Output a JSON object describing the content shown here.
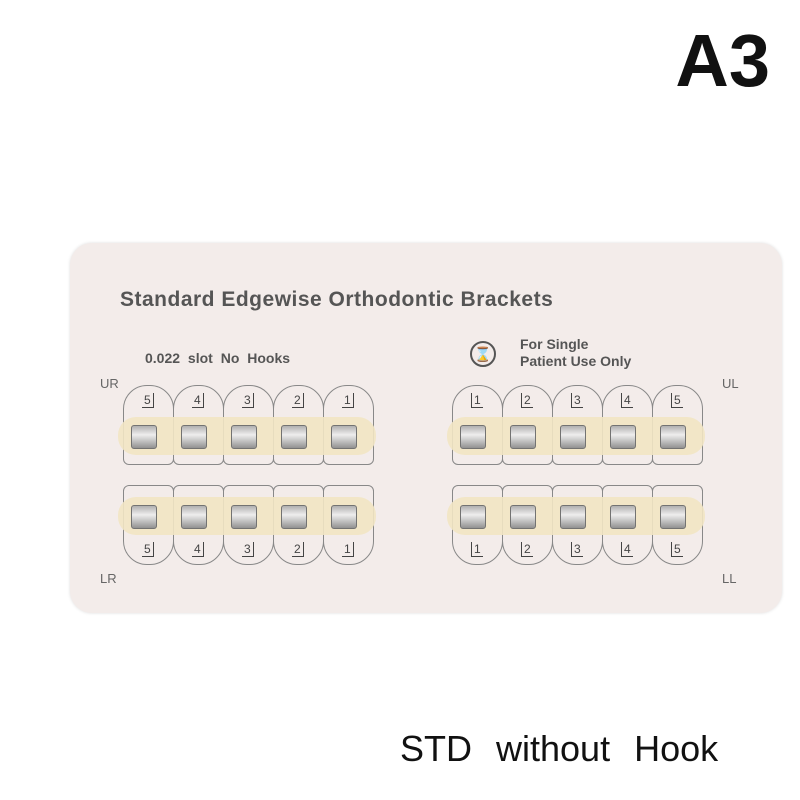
{
  "variant_label": "A3",
  "caption": "STD without Hook",
  "card": {
    "title": "Standard Edgewise Orthodontic Brackets",
    "slot_info": "0.022 slot No Hooks",
    "single_use": [
      "For Single",
      "Patient Use Only"
    ],
    "quadrants": {
      "ur": "UR",
      "ul": "UL",
      "lr": "LR",
      "ll": "LL"
    },
    "right_numbers": [
      "5",
      "4",
      "3",
      "2",
      "1"
    ],
    "left_numbers": [
      "1",
      "2",
      "3",
      "4",
      "5"
    ]
  }
}
